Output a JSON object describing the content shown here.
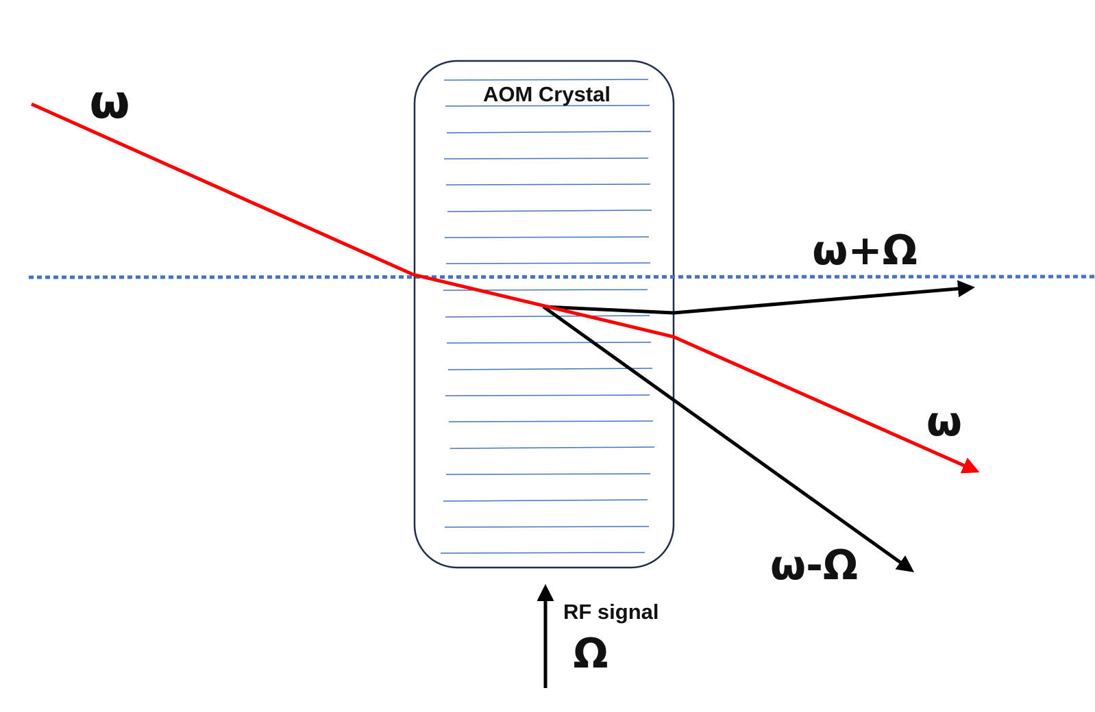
{
  "labels": {
    "crystal": "AOM Crystal",
    "input_beam": "ω",
    "up_shifted": "ω+Ω",
    "transmitted": "ω",
    "down_shifted": "ω-Ω",
    "rf_signal": "RF signal",
    "rf_frequency": "Ω"
  },
  "colors": {
    "beam_input": "#ff0000",
    "diffracted_beams": "#000000",
    "optical_axis": "#4472c4",
    "crystal_border": "#1f2d45",
    "acoustic_wavefronts": "#4472c4"
  },
  "elements": {
    "crystal_wavefront_lines": 19,
    "optical_axis_style": "dotted"
  }
}
